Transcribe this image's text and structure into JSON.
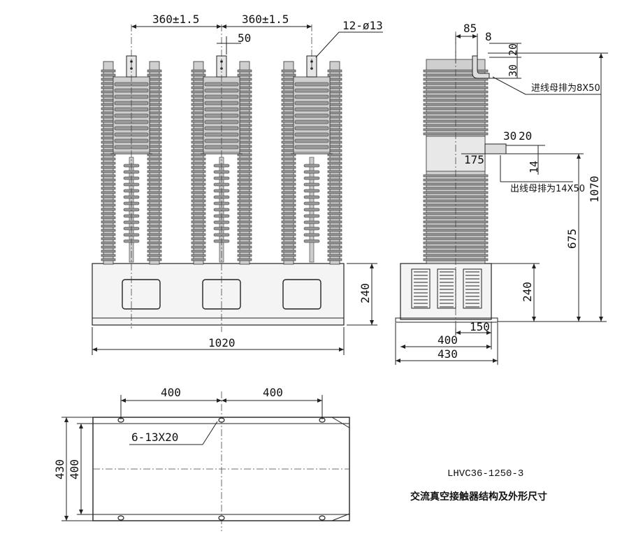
{
  "front_view": {
    "dims": {
      "pole_pitch_left": "360±1.5",
      "pole_pitch_right": "360±1.5",
      "terminal_offset": "50",
      "terminal_holes": "12-ø13",
      "base_height": "240",
      "overall_width": "1020"
    }
  },
  "side_view": {
    "dims": {
      "top_offset": "85",
      "busbar_thickness": "8",
      "top_20": "20",
      "top_30": "30",
      "mid_30": "30",
      "mid_20": "20",
      "mid_175": "175",
      "mid_14": "14",
      "overall_height": "1070",
      "mid_height": "675",
      "base_height": "240",
      "inner_width": "150",
      "width_400": "400",
      "width_430": "430"
    },
    "notes": {
      "incoming_busbar": "进线母排为8X50",
      "outgoing_busbar": "出线母排为14X50"
    }
  },
  "plan_view": {
    "dims": {
      "pitch_left": "400",
      "pitch_right": "400",
      "mount_holes": "6-13X20",
      "outer_depth": "430",
      "inner_depth": "400"
    }
  },
  "title_block": {
    "model": "LHVC36-1250-3",
    "caption": "交流真空接触器结构及外形尺寸"
  }
}
